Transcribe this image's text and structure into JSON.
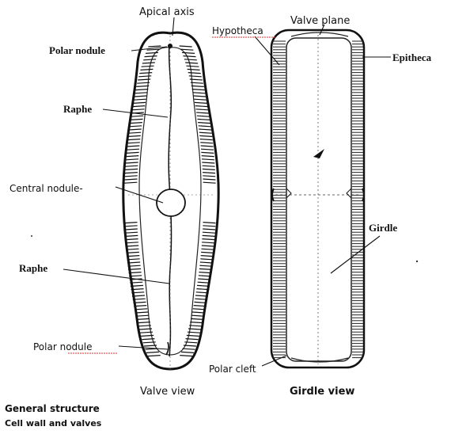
{
  "labels": {
    "apical_axis": "Apical axis",
    "polar_nodule_top": "Polar nodule",
    "raphe_top": "Raphe",
    "central_nodule": "Central nodule-",
    "raphe_bottom": "Raphe",
    "polar_nodule_bottom": "Polar nodule",
    "valve_plane": "Valve plane",
    "hypotheca": "Hypotheca",
    "epitheca": "Epitheca",
    "girdle": "Girdle",
    "polar_cleft": "Polar cleft"
  },
  "views": {
    "valve_view": "Valve view",
    "girdle_view": "Girdle view"
  },
  "captions": {
    "title": "General structure",
    "subtitle": "Cell wall and valves"
  }
}
